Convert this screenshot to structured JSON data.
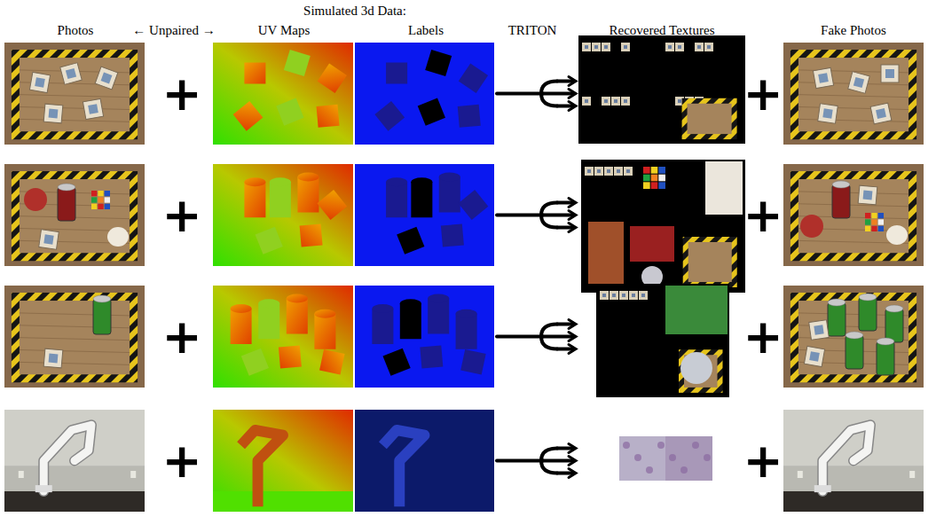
{
  "diagram": {
    "labels": [
      "Simulated 3d Data:",
      "Photos",
      "← Unpaired →",
      "UV Maps",
      "Labels",
      "TRITON",
      "Recovered Textures",
      "Fake Photos",
      "+",
      "+",
      "+",
      "+",
      "+",
      "+",
      "+",
      "+"
    ]
  }
}
